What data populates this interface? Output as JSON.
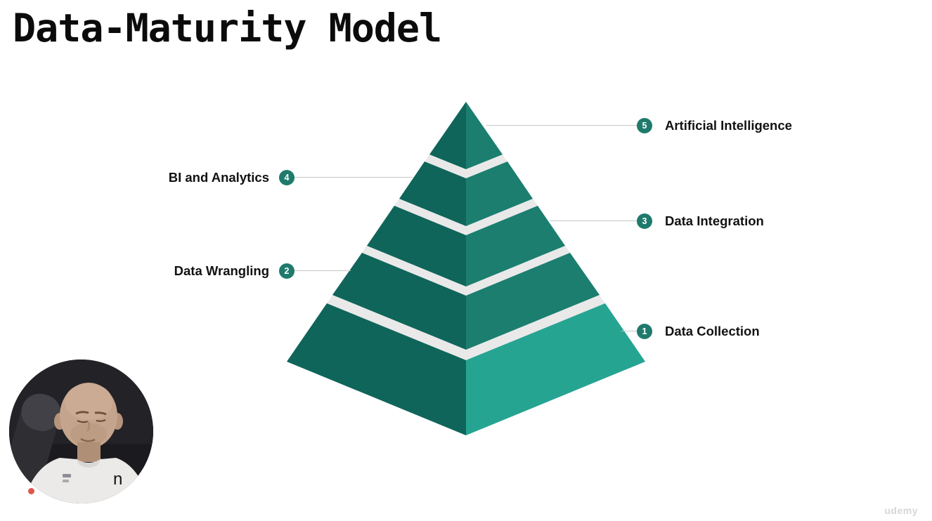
{
  "title": "Data-Maturity Model",
  "pyramid": {
    "levels": [
      {
        "num": "5",
        "label": "Artificial Intelligence",
        "side": "right"
      },
      {
        "num": "4",
        "label": "BI and Analytics",
        "side": "left"
      },
      {
        "num": "3",
        "label": "Data Integration",
        "side": "right"
      },
      {
        "num": "2",
        "label": "Data Wrangling",
        "side": "left"
      },
      {
        "num": "1",
        "label": "Data Collection",
        "side": "right"
      }
    ]
  },
  "webcam": {
    "caption_fragment": "n"
  },
  "watermark": "udemy",
  "colors": {
    "face-left": "#0f655a",
    "face-right": "#1b7e6f",
    "face-bright": "#26a492",
    "badge": "#1f7a6c",
    "connector": "#c7c7c7",
    "gap": "#e9e9e9",
    "title": "#0b0b0b",
    "label": "#121212"
  }
}
